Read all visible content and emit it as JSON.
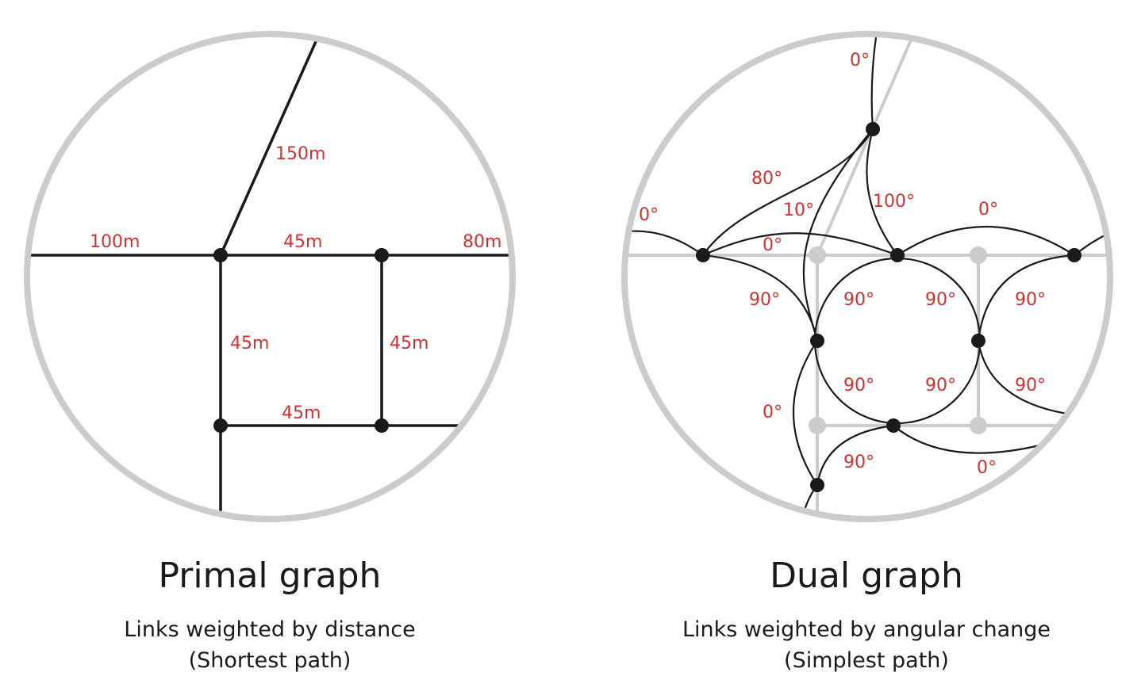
{
  "primal": {
    "title": "Primal graph",
    "subtitle_1": "Links weighted by distance",
    "subtitle_2": "(Shortest path)",
    "labels": [
      "150m",
      "100m",
      "45m",
      "80m",
      "45m",
      "45m",
      "45m"
    ]
  },
  "dual": {
    "title": "Dual graph",
    "subtitle_1": "Links weighted by angular change",
    "subtitle_2": "(Simplest path)",
    "labels": [
      "0°",
      "80°",
      "0°",
      "10°",
      "100°",
      "0°",
      "0°",
      "90°",
      "90°",
      "90°",
      "90°",
      "90°",
      "90°",
      "90°",
      "0°",
      "90°",
      "0°"
    ]
  },
  "colors": {
    "label": "#d0322f",
    "circle": "#cccccc",
    "edge": "#1a1a1a"
  }
}
